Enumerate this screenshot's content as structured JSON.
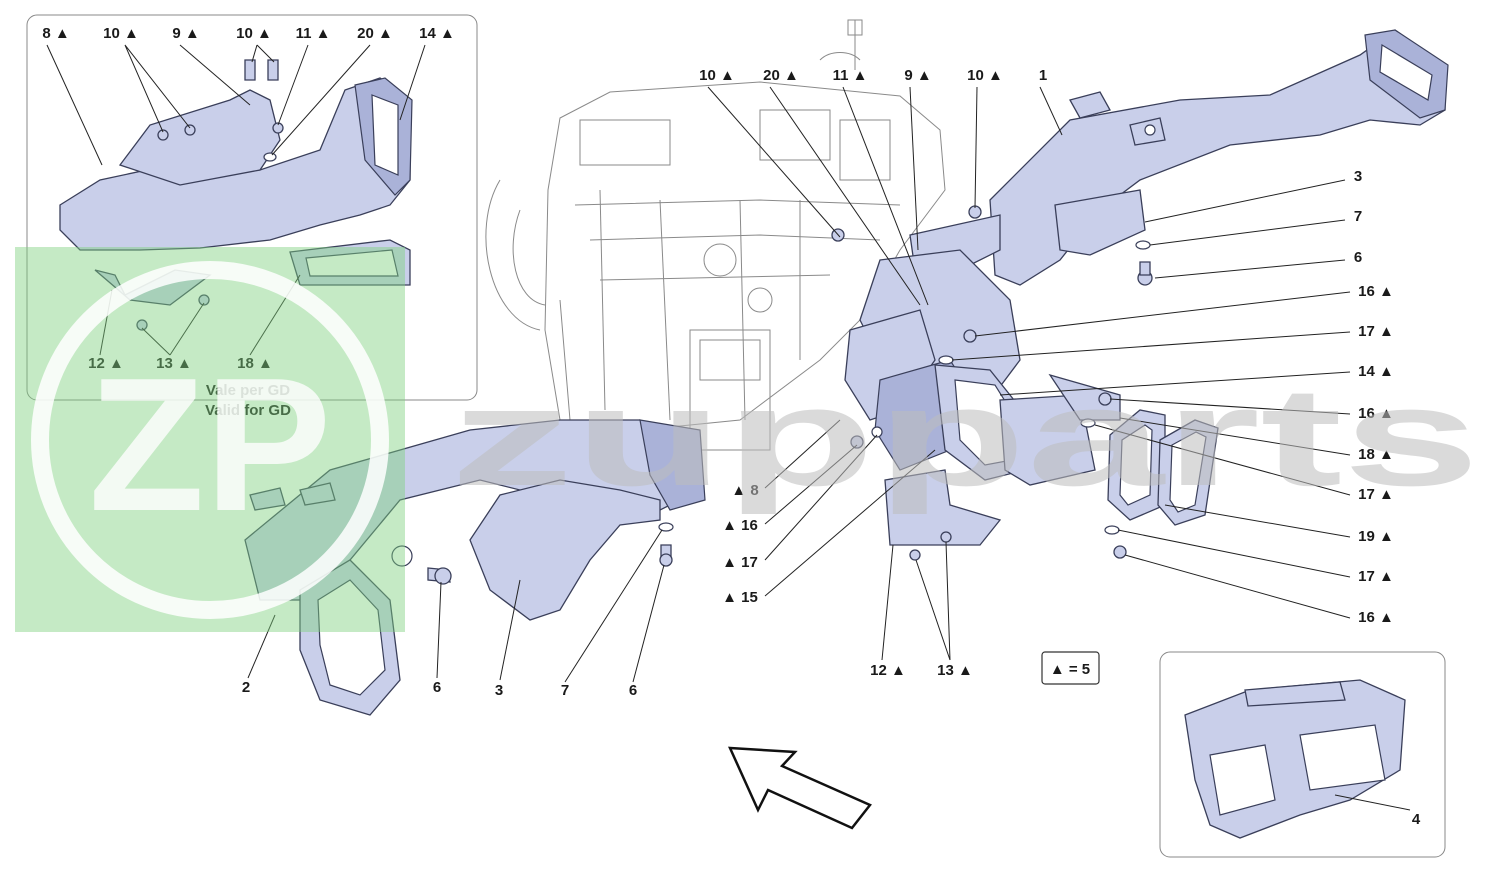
{
  "inset_top_left": {
    "labels": [
      "8 ▲",
      "10 ▲",
      "9 ▲",
      "10 ▲",
      "11 ▲",
      "20 ▲",
      "14 ▲",
      "12 ▲",
      "13 ▲",
      "18 ▲"
    ],
    "note_line1": "Vale per GD",
    "note_line2": "Valid for GD"
  },
  "main_labels": {
    "top": [
      "10 ▲",
      "20 ▲",
      "11 ▲",
      "9 ▲",
      "10 ▲",
      "1"
    ],
    "right": [
      "3",
      "7",
      "6",
      "16 ▲",
      "17 ▲",
      "14 ▲",
      "16 ▲",
      "18 ▲",
      "17 ▲",
      "19 ▲",
      "17 ▲",
      "16 ▲"
    ],
    "middle": [
      "▲ 8",
      "▲ 16",
      "▲ 17",
      "▲ 15"
    ],
    "bottom": [
      "2",
      "6",
      "3",
      "7",
      "6",
      "12 ▲",
      "13 ▲"
    ]
  },
  "legend_box": "▲ = 5",
  "inset_bottom_right": {
    "label": "4"
  },
  "watermark": {
    "text": "zupparts",
    "logo": "ZP"
  },
  "colors": {
    "part_fill": "#c9cfea",
    "watermark_green": "#7ed07e"
  }
}
